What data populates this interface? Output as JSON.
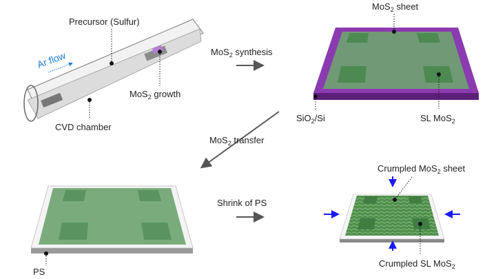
{
  "steps": {
    "cvd": {
      "precursor": "Precursor (Sulfur)",
      "ar_flow": "Ar flow",
      "growth": {
        "a": "MoS",
        "sub": "2",
        "b": " growth"
      },
      "chamber": "CVD chamber"
    },
    "synthesis_arrow": {
      "a": "MoS",
      "sub": "2",
      "b": " synthesis"
    },
    "grown": {
      "sheet": {
        "a": "MoS",
        "sub": "2",
        "b": " sheet"
      },
      "substrate": {
        "a": "SiO",
        "sub": "2",
        "b": "/Si"
      },
      "sl": {
        "a": "SL MoS",
        "sub": "2",
        "b": ""
      }
    },
    "transfer_arrow": {
      "a": "MoS",
      "sub": "2",
      "b": " transfer"
    },
    "ps": {
      "label": "PS"
    },
    "shrink_arrow": "Shrink of PS",
    "crumpled": {
      "sheet": {
        "a": "Crumpled MoS",
        "sub": "2",
        "b": " sheet"
      },
      "sl": {
        "a": "Crumpled SL MoS",
        "sub": "2",
        "b": ""
      }
    }
  },
  "colors": {
    "ar_flow": "#1e7bd1",
    "sio2": "#7a2a9e",
    "mos2": "#5f9a5f",
    "compress_arrow": "#1a1aff"
  }
}
